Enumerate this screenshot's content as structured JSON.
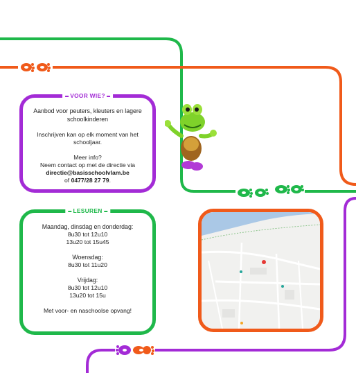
{
  "colors": {
    "green": "#1fb84a",
    "orange": "#f05a1a",
    "purple": "#a32bd6"
  },
  "who": {
    "title": "VOOR WIE?",
    "intro": "Aanbod voor peuters, kleuters en lagere schoolkinderen",
    "enroll": "Inschrijven kan op elk moment van het schooljaar.",
    "more_info": "Meer info?",
    "contact": "Neem contact op met de directie via",
    "email": "directie@basisschoolvlam.be",
    "phone_prefix": "of",
    "phone": "0477/28 27 79",
    "phone_suffix": "."
  },
  "hours": {
    "title": "LESUREN",
    "block1_days": "Maandag, dinsdag en donderdag:",
    "block1_line1": "8u30 tot 12u10",
    "block1_line2": "13u20 tot 15u45",
    "block2_days": "Woensdag:",
    "block2_line1": "8u30 tot 11u20",
    "block3_days": "Vrijdag:",
    "block3_line1": "8u30 tot 12u10",
    "block3_line2": "13u20 tot 15u",
    "care": "Met voor- en naschoolse opvang!"
  },
  "icons": {
    "footprint": "footprints-icon",
    "mascot": "frog-mascot-icon",
    "map_pin": "map-pin-icon"
  }
}
